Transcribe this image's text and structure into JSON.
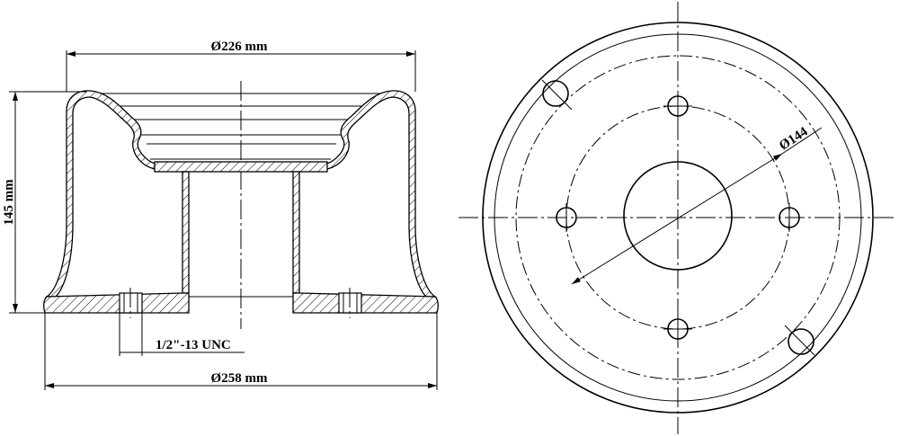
{
  "side_view": {
    "top_diameter_label": "Ø226 mm",
    "height_label": "145 mm",
    "thread_label": "1/2\"-13 UNC",
    "bottom_diameter_label": "Ø258 mm"
  },
  "front_view": {
    "bolt_circle_label": "Ø144"
  }
}
